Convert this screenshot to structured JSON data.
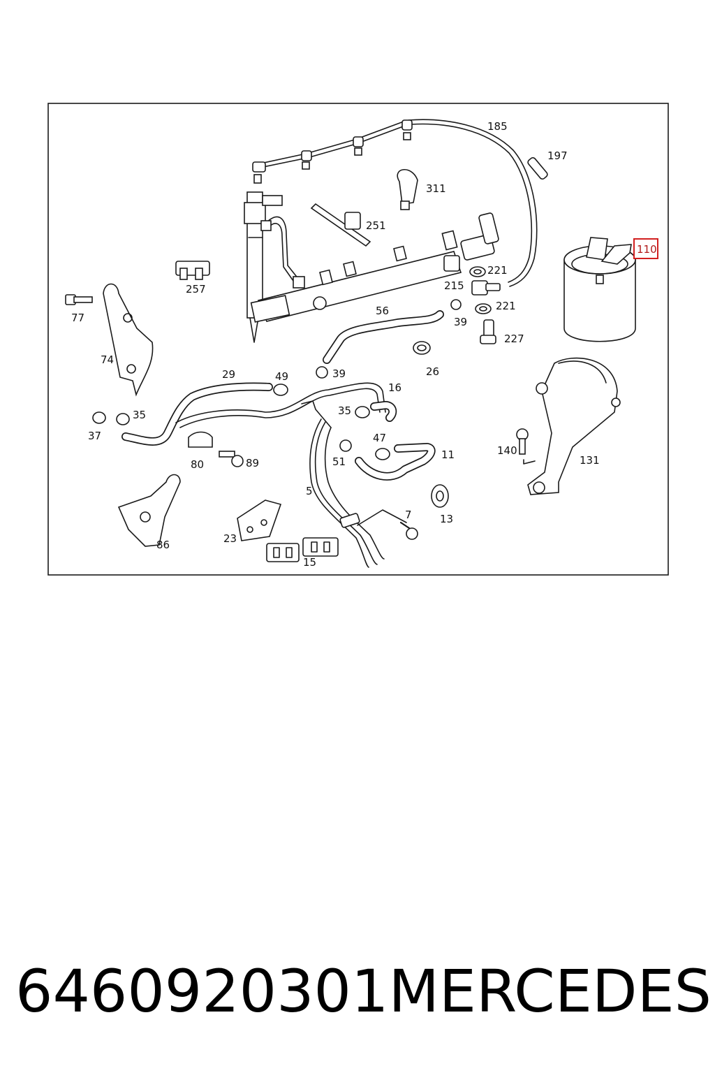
{
  "diagram": {
    "callouts": [
      "185",
      "197",
      "311",
      "251",
      "110",
      "257",
      "221",
      "215",
      "221",
      "227",
      "77",
      "39",
      "56",
      "74",
      "26",
      "29",
      "49",
      "39",
      "16",
      "35",
      "37",
      "35",
      "80",
      "89",
      "47",
      "11",
      "51",
      "140",
      "131",
      "5",
      "7",
      "13",
      "86",
      "23",
      "15"
    ],
    "highlighted_callout": "110",
    "highlight_color": "#d21f1f"
  },
  "caption": {
    "part_number": "6460920301",
    "brand": "MERCEDES"
  }
}
